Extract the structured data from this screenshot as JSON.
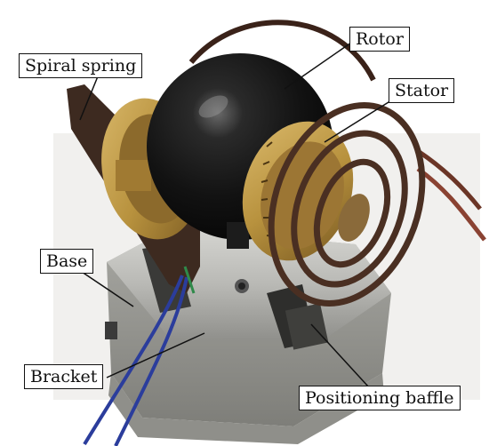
{
  "labels": {
    "spiral_spring": "Spiral spring",
    "rotor": "Rotor",
    "stator": "Stator",
    "base": "Base",
    "bracket": "Bracket",
    "positioning_baffle": "Positioning baffle"
  },
  "colors": {
    "background": "#ffffff",
    "rotor": "#121212",
    "brass": "#b8923e",
    "aluminum": "#b9b9b5",
    "spring": "#4a2f22",
    "wire_blue": "#2b3d9c"
  }
}
